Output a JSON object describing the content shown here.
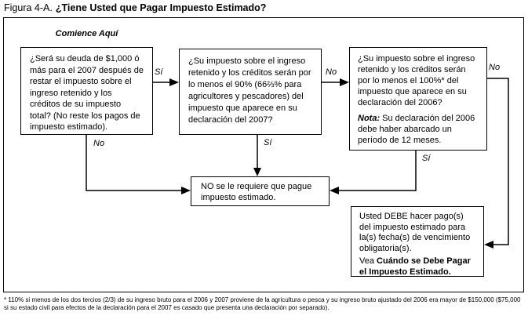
{
  "figure": {
    "label": "Figura 4-A.",
    "title": "¿Tiene Usted que Pagar Impuesto Estimado?"
  },
  "flowchart": {
    "start_label": "Comience Aquí",
    "boxes": {
      "q1": "¿Será su deuda de $1,000 ó más para el 2007 después de restar el impuesto sobre el ingreso retenido y los créditos de su impuesto total? (No reste los pagos de impuesto estimado).",
      "q2": "¿Su impuesto sobre el ingreso retenido y los créditos serán por lo menos el 90% (66⅔% para agricultores y pescadores) del impuesto que aparece en su declaración del 2007?",
      "q3_main": "¿Su impuesto sobre el ingreso retenido y los créditos serán por lo menos el 100%* del impuesto que aparece en su declaración del 2006?",
      "q3_note_label": "Nota:",
      "q3_note": " Su declaración del 2006 debe haber abarcado un período de 12 meses.",
      "result_no": "NO se le requiere que pague impuesto estimado.",
      "result_pay_main": "Usted DEBE hacer pago(s) del impuesto estimado para la(s) fecha(s) de vencimiento obligatoria(s).",
      "result_pay_see_prefix": "Vea ",
      "result_pay_see_bold": "Cuándo se Debe Pagar el Impuesto Estimado."
    },
    "edge_labels": {
      "box1_yes": "Sí",
      "box1_no": "No",
      "box2_yes": "Sí",
      "box2_no": "No",
      "box3_yes": "Sí",
      "box3_no": "No"
    }
  },
  "footnote": "* 110% si menos de los dos tercios (2/3) de su ingreso bruto para el 2006 y 2007 proviene de la agricultura o pesca y su ingreso bruto ajustado del 2006 era mayor de $150,000 ($75,000 si su estado civil para efectos de la declaración para el 2007 es casado que presenta una declaración por separado)."
}
